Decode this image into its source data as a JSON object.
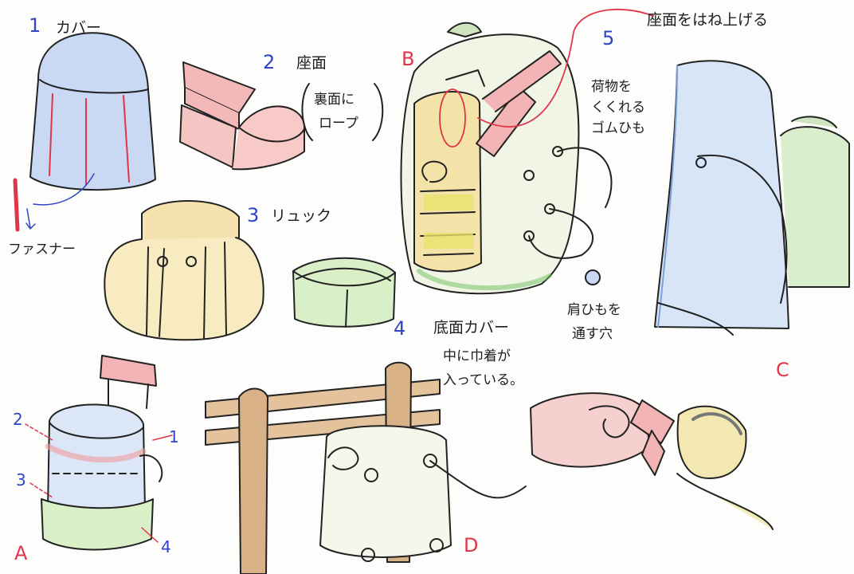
{
  "labels": {
    "n1": "1",
    "cover": "カバー",
    "n2": "2",
    "seat": "座面",
    "rope_line1": "裏面に",
    "rope_line2": "ロープ",
    "fastener": "ファスナー",
    "n3": "3",
    "backpack": "リュック",
    "n4": "4",
    "bottom_cover": "底面カバー",
    "drawstring_line1": "中に巾着が",
    "drawstring_line2": "入っている。",
    "letter_b": "B",
    "n5": "5",
    "flip_seat": "座面をはね上げる",
    "cord_line1": "荷物を",
    "cord_line2": "くくれる",
    "cord_line3": "ゴムひも",
    "strap_line1": "肩ひもを",
    "strap_line2": "通す穴",
    "letter_c": "C",
    "letter_a": "A",
    "letter_d": "D",
    "a_n1": "1",
    "a_n2": "2",
    "a_n3": "3",
    "a_n4": "4"
  },
  "colors": {
    "accent_blue": "#2f45c4",
    "accent_red": "#e0354a",
    "cover_blue": "#a9c3ea",
    "seat_pink": "#ee9c9f",
    "backpack_yellow": "#f0d98e",
    "bottom_green": "#b5dea0",
    "post_brown": "#c2915f"
  }
}
